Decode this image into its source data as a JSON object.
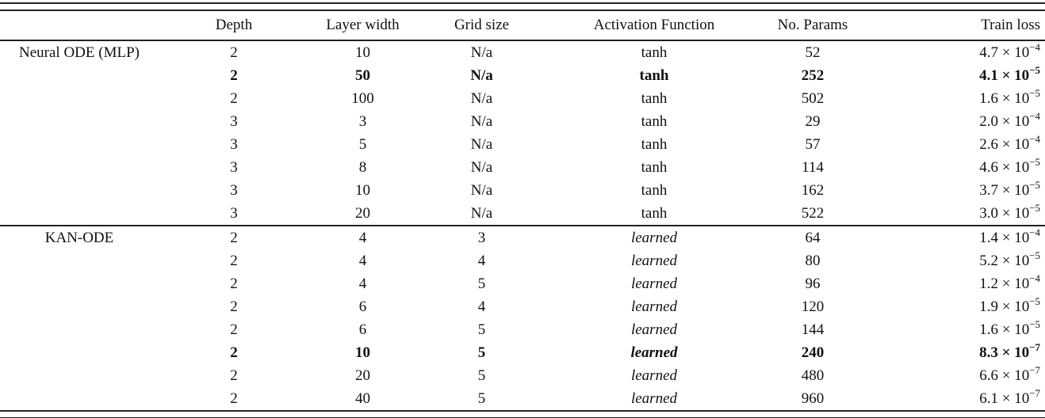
{
  "table": {
    "columns": [
      "",
      "Depth",
      "Layer width",
      "Grid size",
      "Activation Function",
      "No. Params",
      "Train loss"
    ],
    "sections": [
      {
        "label": "Neural ODE (MLP)",
        "activation_italic": false,
        "rows": [
          {
            "depth": "2",
            "layer_width": "10",
            "grid_size": "N/a",
            "activation": "tanh",
            "params": "52",
            "loss_base": "4.7 × 10",
            "loss_exp": "−4",
            "bold": false
          },
          {
            "depth": "2",
            "layer_width": "50",
            "grid_size": "N/a",
            "activation": "tanh",
            "params": "252",
            "loss_base": "4.1 × 10",
            "loss_exp": "−5",
            "bold": true
          },
          {
            "depth": "2",
            "layer_width": "100",
            "grid_size": "N/a",
            "activation": "tanh",
            "params": "502",
            "loss_base": "1.6 × 10",
            "loss_exp": "−5",
            "bold": false
          },
          {
            "depth": "3",
            "layer_width": "3",
            "grid_size": "N/a",
            "activation": "tanh",
            "params": "29",
            "loss_base": "2.0 × 10",
            "loss_exp": "−4",
            "bold": false
          },
          {
            "depth": "3",
            "layer_width": "5",
            "grid_size": "N/a",
            "activation": "tanh",
            "params": "57",
            "loss_base": "2.6 × 10",
            "loss_exp": "−4",
            "bold": false
          },
          {
            "depth": "3",
            "layer_width": "8",
            "grid_size": "N/a",
            "activation": "tanh",
            "params": "114",
            "loss_base": "4.6 × 10",
            "loss_exp": "−5",
            "bold": false
          },
          {
            "depth": "3",
            "layer_width": "10",
            "grid_size": "N/a",
            "activation": "tanh",
            "params": "162",
            "loss_base": "3.7 × 10",
            "loss_exp": "−5",
            "bold": false
          },
          {
            "depth": "3",
            "layer_width": "20",
            "grid_size": "N/a",
            "activation": "tanh",
            "params": "522",
            "loss_base": "3.0 × 10",
            "loss_exp": "−5",
            "bold": false
          }
        ]
      },
      {
        "label": "KAN-ODE",
        "activation_italic": true,
        "rows": [
          {
            "depth": "2",
            "layer_width": "4",
            "grid_size": "3",
            "activation": "learned",
            "params": "64",
            "loss_base": "1.4 × 10",
            "loss_exp": "−4",
            "bold": false
          },
          {
            "depth": "2",
            "layer_width": "4",
            "grid_size": "4",
            "activation": "learned",
            "params": "80",
            "loss_base": "5.2 × 10",
            "loss_exp": "−5",
            "bold": false
          },
          {
            "depth": "2",
            "layer_width": "4",
            "grid_size": "5",
            "activation": "learned",
            "params": "96",
            "loss_base": "1.2 × 10",
            "loss_exp": "−4",
            "bold": false
          },
          {
            "depth": "2",
            "layer_width": "6",
            "grid_size": "4",
            "activation": "learned",
            "params": "120",
            "loss_base": "1.9 × 10",
            "loss_exp": "−5",
            "bold": false
          },
          {
            "depth": "2",
            "layer_width": "6",
            "grid_size": "5",
            "activation": "learned",
            "params": "144",
            "loss_base": "1.6 × 10",
            "loss_exp": "−5",
            "bold": false
          },
          {
            "depth": "2",
            "layer_width": "10",
            "grid_size": "5",
            "activation": "learned",
            "params": "240",
            "loss_base": "8.3 × 10",
            "loss_exp": "−7",
            "bold": true
          },
          {
            "depth": "2",
            "layer_width": "20",
            "grid_size": "5",
            "activation": "learned",
            "params": "480",
            "loss_base": "6.6 × 10",
            "loss_exp": "−7",
            "bold": false
          },
          {
            "depth": "2",
            "layer_width": "40",
            "grid_size": "5",
            "activation": "learned",
            "params": "960",
            "loss_base": "6.1 × 10",
            "loss_exp": "−7",
            "bold": false
          }
        ]
      }
    ]
  }
}
